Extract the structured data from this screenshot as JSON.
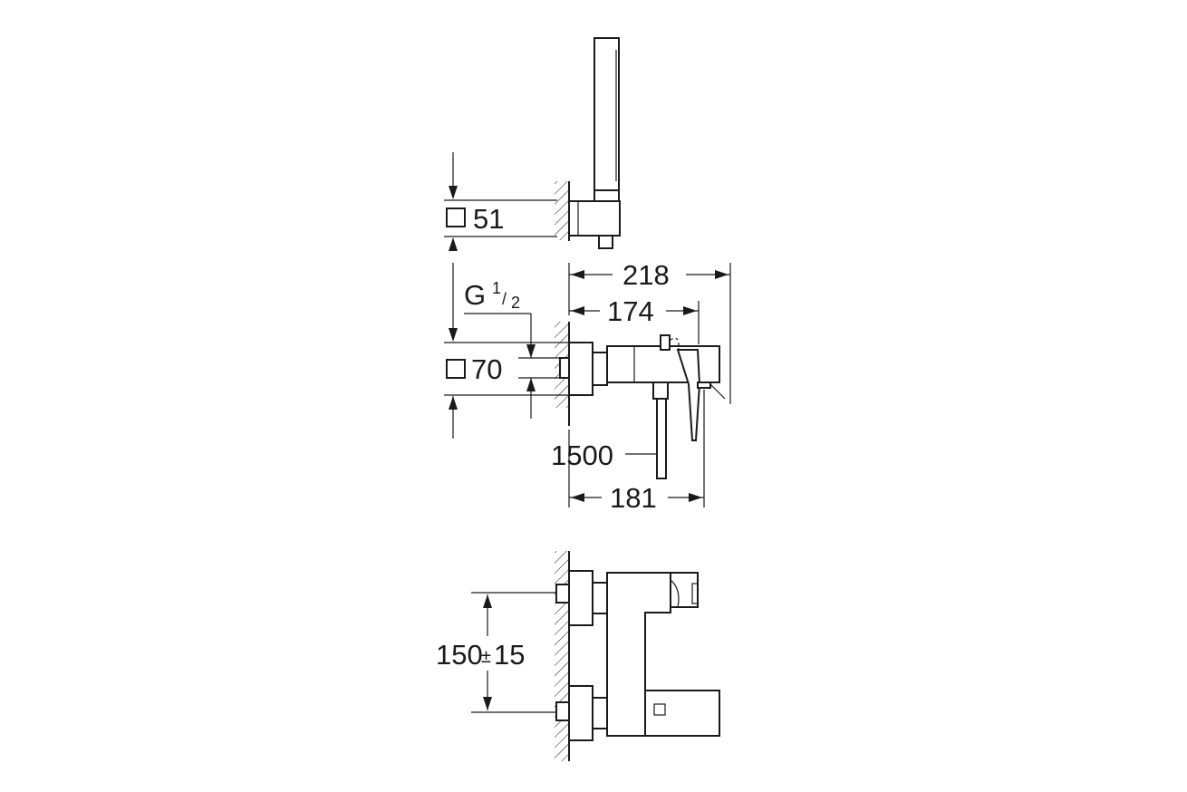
{
  "dimensions": {
    "square_51": "51",
    "square_70": "70",
    "thread_g": "G",
    "thread_num": "1",
    "thread_slash": "/",
    "thread_den": "2",
    "length_218": "218",
    "length_174": "174",
    "length_181": "181",
    "hose_1500": "1500",
    "spacing_value": "150",
    "spacing_pm": "±",
    "spacing_tol": "15"
  }
}
